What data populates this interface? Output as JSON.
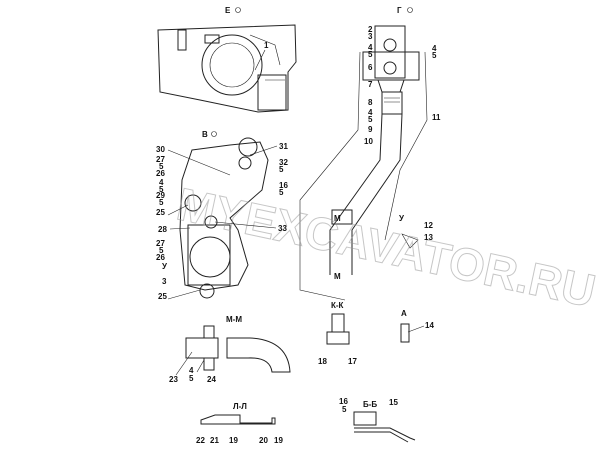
{
  "views": {
    "E": "Е",
    "G": "Г",
    "V": "В",
    "MM": "М-М",
    "KK": "К-К",
    "A": "А",
    "LL": "Л-Л",
    "BB": "Б-Б",
    "M_top": "М",
    "M_bottom": "М",
    "U_right": "У"
  },
  "watermark": "MYEXCAVATOR.RU",
  "callouts": {
    "e": [
      "1"
    ],
    "g": [
      "2",
      "3",
      "4",
      "5",
      "6",
      "4",
      "5",
      "7",
      "8",
      "4",
      "5",
      "9",
      "10",
      "11"
    ],
    "v": [
      "30",
      "27",
      "5",
      "26",
      "4",
      "5",
      "29",
      "5",
      "25",
      "28",
      "27",
      "5",
      "26",
      "У",
      "3",
      "25",
      "31",
      "32",
      "5",
      "16",
      "5",
      "33"
    ],
    "pipe": [
      "12",
      "13"
    ],
    "mm": [
      "23",
      "4",
      "5",
      "24"
    ],
    "kk": [
      "18",
      "17"
    ],
    "a": [
      "14"
    ],
    "ll": [
      "22",
      "21",
      "19",
      "20",
      "19"
    ],
    "bb": [
      "16",
      "5",
      "15"
    ]
  }
}
